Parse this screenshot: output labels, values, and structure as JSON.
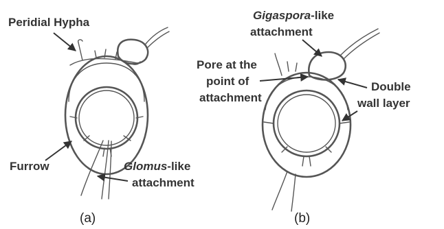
{
  "panel_a": {
    "labels": {
      "peridial_hypha": "Peridial Hypha",
      "furrow": "Furrow",
      "glomus_italic": "Glomus",
      "glomus_rest": "-like",
      "glomus_line2": "attachment"
    },
    "caption": "(a)"
  },
  "panel_b": {
    "labels": {
      "gigaspora_italic": "Gigaspora",
      "gigaspora_rest": "-like",
      "gigaspora_line2": "attachment",
      "pore_line1": "Pore at the",
      "pore_line2": "point of",
      "pore_line3": "attachment",
      "double_line1": "Double",
      "double_line2": "wall layer"
    },
    "caption": "(b)"
  }
}
